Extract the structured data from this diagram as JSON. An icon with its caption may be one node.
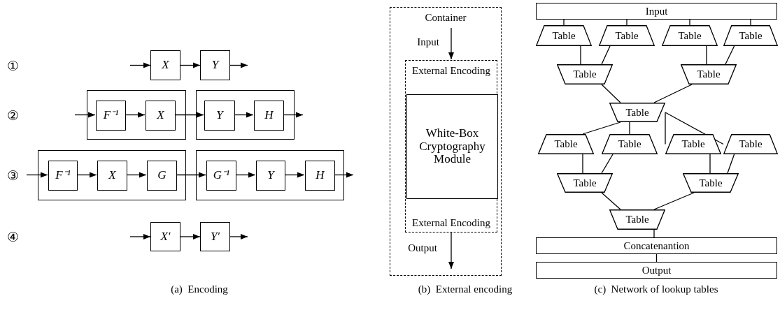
{
  "diagram": {
    "nodes": [
      {
        "text": [
          "X"
        ]
      },
      {
        "text": [
          "Y"
        ]
      },
      {
        "text": [],
        "shape": "box"
      },
      {
        "text": [
          "F⁻¹"
        ],
        "in": 2
      },
      {
        "text": [
          "X"
        ],
        "in": 2
      },
      {
        "text": [],
        "shape": "box"
      },
      {
        "text": [
          "Y"
        ],
        "in": 5
      },
      {
        "text": [
          "H"
        ],
        "in": 5
      },
      {
        "text": [],
        "shape": "box"
      },
      {
        "text": [
          "F⁻¹"
        ],
        "in": 8
      },
      {
        "text": [
          "X"
        ],
        "in": 8
      },
      {
        "text": [
          "G"
        ],
        "in": 8
      },
      {
        "text": [],
        "shape": "box"
      },
      {
        "text": [
          "G⁻¹"
        ],
        "in": 12
      },
      {
        "text": [
          "Y"
        ],
        "in": 12
      },
      {
        "text": [
          "H"
        ],
        "in": 12
      },
      {
        "text": [
          "X′"
        ]
      },
      {
        "text": [
          "Y′"
        ]
      },
      {
        "text": [
          "Container"
        ]
      },
      {
        "text": [
          "External Encoding",
          "External Encoding"
        ],
        "in": 18
      },
      {
        "text": [
          "White-Box Cryptography Module"
        ],
        "in": 19
      },
      {
        "text": [
          "Input"
        ]
      },
      {
        "text": [
          "Table"
        ]
      },
      {
        "text": [
          "Table"
        ]
      },
      {
        "text": [
          "Table"
        ]
      },
      {
        "text": [
          "Table"
        ]
      },
      {
        "text": [
          "Table"
        ]
      },
      {
        "text": [
          "Table"
        ]
      },
      {
        "text": [
          "Table"
        ]
      },
      {
        "text": [
          "Table"
        ]
      },
      {
        "text": [
          "Table"
        ]
      },
      {
        "text": [
          "Table"
        ]
      },
      {
        "text": [
          "Table"
        ]
      },
      {
        "text": [
          "Table"
        ]
      },
      {
        "text": [
          "Table"
        ]
      },
      {
        "text": [
          "Table"
        ]
      },
      {
        "text": [
          "Concatenantion"
        ]
      },
      {
        "text": [
          "Output"
        ]
      }
    ],
    "edges": [
      {
        "from": null,
        "to": 0,
        "arrow": "to"
      },
      {
        "from": 0,
        "to": 1,
        "arrow": "to"
      },
      {
        "from": 1,
        "to": null,
        "arrow": "to"
      },
      {
        "from": null,
        "to": 3,
        "arrow": "to"
      },
      {
        "from": 3,
        "to": 4,
        "arrow": "to"
      },
      {
        "from": 4,
        "to": 6,
        "arrow": "to"
      },
      {
        "from": 6,
        "to": 7,
        "arrow": "to"
      },
      {
        "from": 7,
        "to": null,
        "arrow": "to"
      },
      {
        "from": null,
        "to": 9,
        "arrow": "to"
      },
      {
        "from": 9,
        "to": 10,
        "arrow": "to"
      },
      {
        "from": 10,
        "to": 11,
        "arrow": "to"
      },
      {
        "from": 11,
        "to": 13,
        "arrow": "to"
      },
      {
        "from": 13,
        "to": 14,
        "arrow": "to"
      },
      {
        "from": 14,
        "to": 15,
        "arrow": "to"
      },
      {
        "from": 15,
        "to": null,
        "arrow": "to"
      },
      {
        "from": null,
        "to": 16,
        "arrow": "to"
      },
      {
        "from": 16,
        "to": 17,
        "arrow": "to"
      },
      {
        "from": 17,
        "to": null,
        "arrow": "to"
      },
      {
        "from": null,
        "to": 19,
        "arrow": "to",
        "label": "Input"
      },
      {
        "from": 19,
        "to": null,
        "arrow": "to",
        "label": "Output"
      },
      {
        "from": 21,
        "to": 22,
        "arrow": "none"
      },
      {
        "from": 21,
        "to": 23,
        "arrow": "none"
      },
      {
        "from": 21,
        "to": 24,
        "arrow": "none"
      },
      {
        "from": 21,
        "to": 25,
        "arrow": "none"
      },
      {
        "from": 22,
        "to": 26,
        "arrow": "none"
      },
      {
        "from": 23,
        "to": 26,
        "arrow": "none"
      },
      {
        "from": 24,
        "to": 27,
        "arrow": "none"
      },
      {
        "from": 25,
        "to": 27,
        "arrow": "none"
      },
      {
        "from": 26,
        "to": 28,
        "arrow": "none"
      },
      {
        "from": 27,
        "to": 28,
        "arrow": "none"
      },
      {
        "from": 28,
        "to": 29,
        "arrow": "none"
      },
      {
        "from": 28,
        "to": 30,
        "arrow": "none"
      },
      {
        "from": 28,
        "to": 31,
        "arrow": "none"
      },
      {
        "from": 28,
        "to": 32,
        "arrow": "none"
      },
      {
        "from": 29,
        "to": 33,
        "arrow": "none"
      },
      {
        "from": 30,
        "to": 33,
        "arrow": "none"
      },
      {
        "from": 31,
        "to": 34,
        "arrow": "none"
      },
      {
        "from": 32,
        "to": 34,
        "arrow": "none"
      },
      {
        "from": 33,
        "to": 35,
        "arrow": "none"
      },
      {
        "from": 34,
        "to": 35,
        "arrow": "none"
      },
      {
        "from": 35,
        "to": 36,
        "arrow": "none"
      },
      {
        "from": 36,
        "to": 37,
        "arrow": "none"
      }
    ],
    "labels": [
      "①",
      "②",
      "③",
      "④",
      "(a)  Encoding",
      "(b)  External encoding",
      "(c)  Network of lookup tables"
    ]
  }
}
